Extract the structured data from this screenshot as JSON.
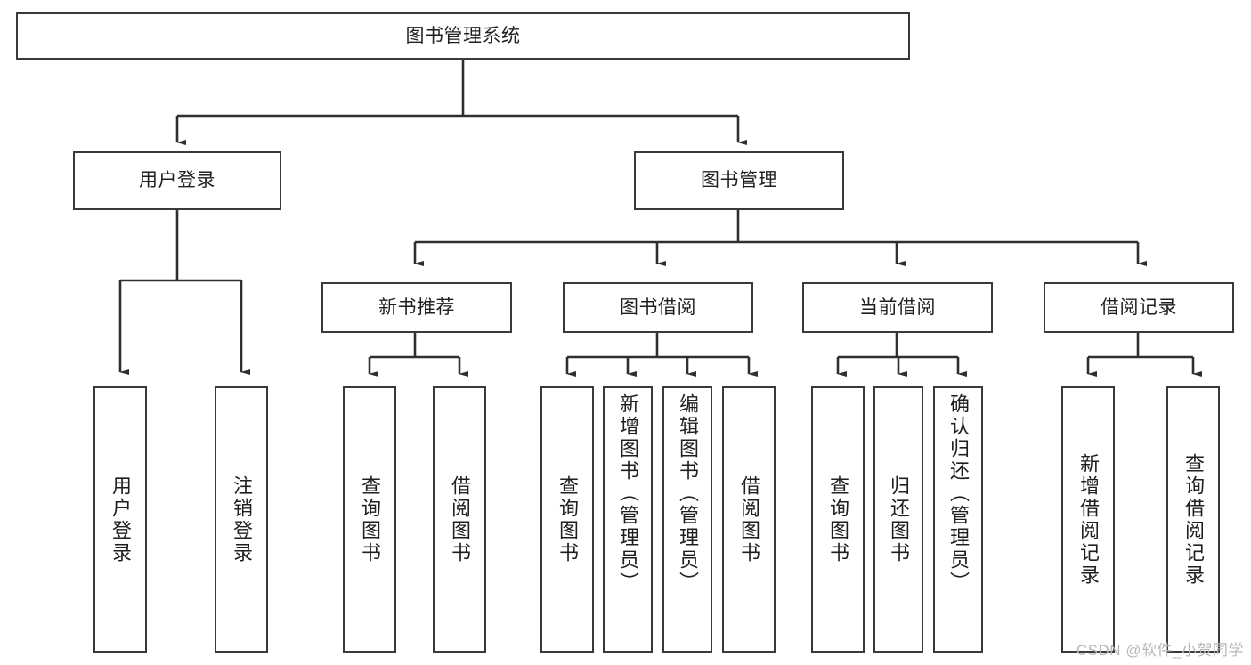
{
  "diagram": {
    "title": "图书管理系统",
    "type": "hierarchy-tree",
    "root": {
      "label": "图书管理系统"
    },
    "level1": [
      {
        "label": "用户登录"
      },
      {
        "label": "图书管理"
      }
    ],
    "level2": [
      {
        "label": "新书推荐"
      },
      {
        "label": "图书借阅"
      },
      {
        "label": "当前借阅"
      },
      {
        "label": "借阅记录"
      }
    ],
    "leaves": [
      {
        "label": "用户登录",
        "parent": "用户登录"
      },
      {
        "label": "注销登录",
        "parent": "用户登录"
      },
      {
        "label": "查询图书",
        "parent": "新书推荐"
      },
      {
        "label": "借阅图书",
        "parent": "新书推荐"
      },
      {
        "label": "查询图书",
        "parent": "图书借阅"
      },
      {
        "label": "新增图书（管理员）",
        "parent": "图书借阅"
      },
      {
        "label": "编辑图书（管理员）",
        "parent": "图书借阅"
      },
      {
        "label": "借阅图书",
        "parent": "图书借阅"
      },
      {
        "label": "查询图书",
        "parent": "当前借阅"
      },
      {
        "label": "归还图书",
        "parent": "当前借阅"
      },
      {
        "label": "确认归还（管理员）",
        "parent": "当前借阅"
      },
      {
        "label": "新增借阅记录",
        "parent": "借阅记录"
      },
      {
        "label": "查询借阅记录",
        "parent": "借阅记录"
      }
    ]
  },
  "watermark": {
    "text": "CSDN @软件_小贺同学"
  },
  "colors": {
    "stroke": "#3a3a3a",
    "background": "#ffffff",
    "text": "#1f1f1f",
    "watermark": "#b8b8b8"
  }
}
